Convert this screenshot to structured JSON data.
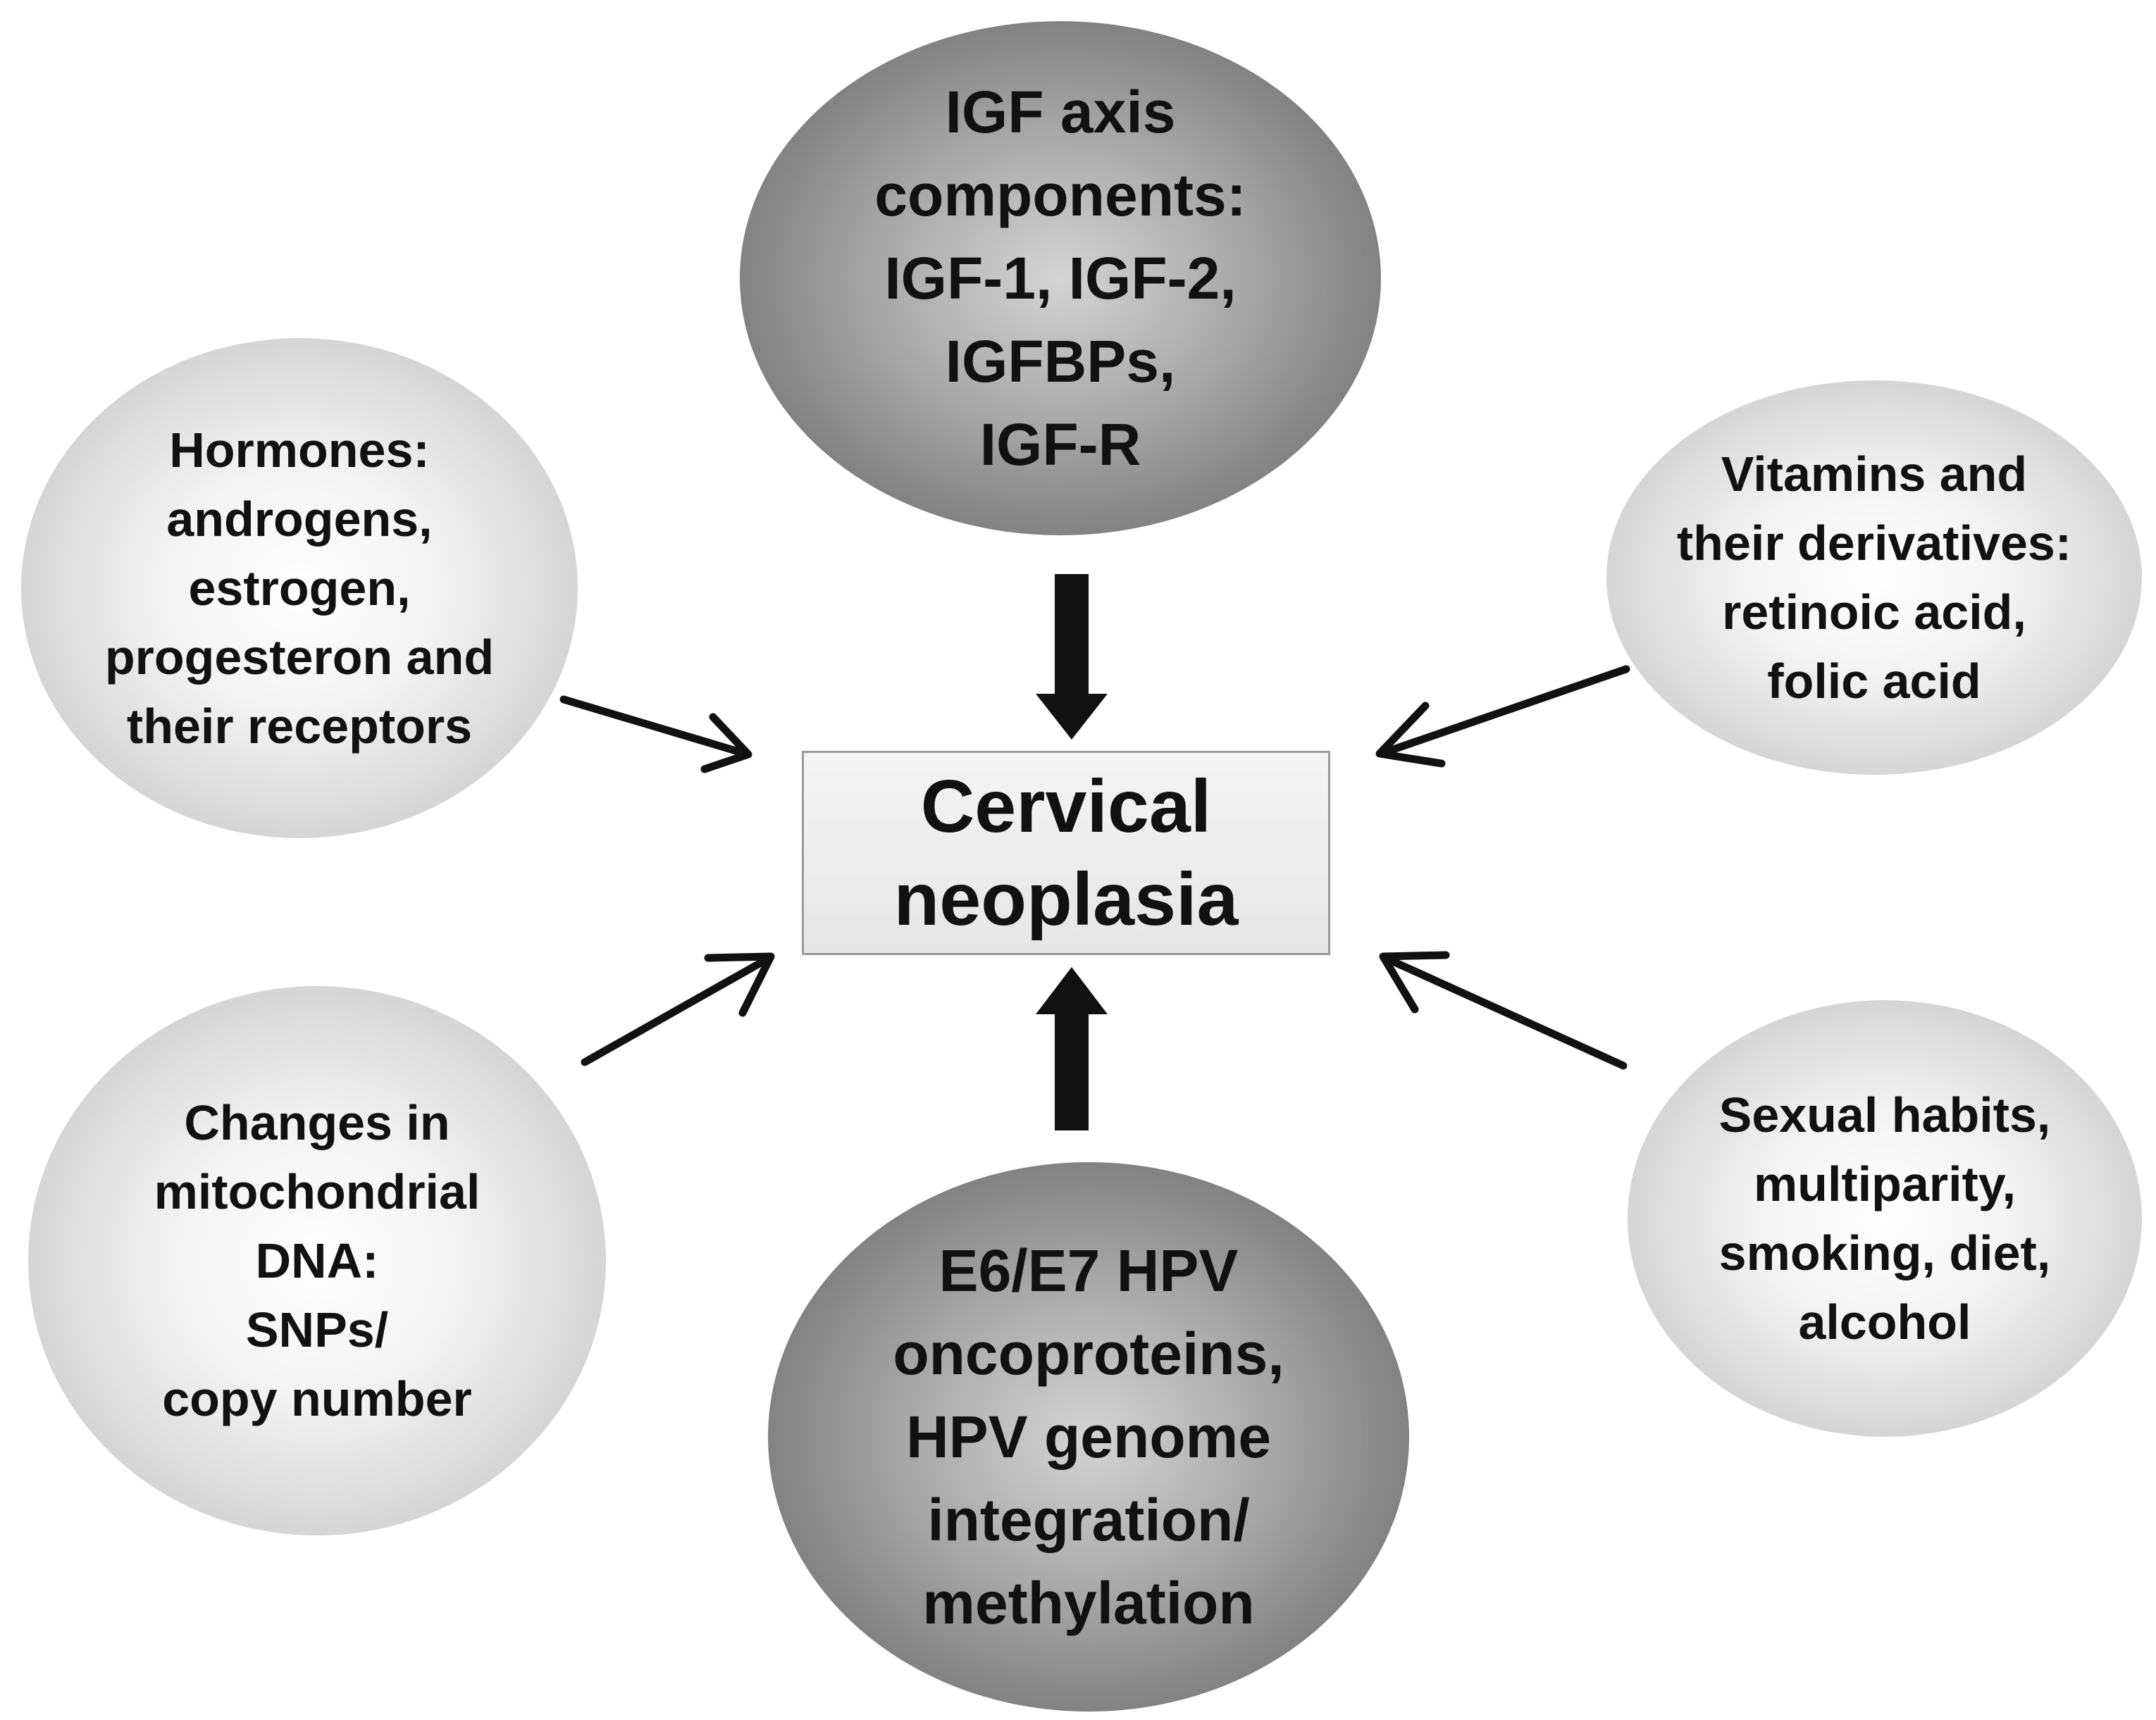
{
  "diagram": {
    "center": {
      "label": "Cervical\nneoplasia"
    },
    "nodes": {
      "igf_axis": {
        "label": "IGF axis\ncomponents:\nIGF-1, IGF-2,\nIGFBPs,\nIGF-R"
      },
      "hormones": {
        "label": "Hormones:\nandrogens,\nestrogen,\nprogesteron and\ntheir receptors"
      },
      "vitamins": {
        "label": "Vitamins and\ntheir derivatives:\nretinoic acid,\nfolic acid"
      },
      "mitochondrial": {
        "label": "Changes in\nmitochondrial\nDNA:\nSNPs/\ncopy number"
      },
      "hpv": {
        "label": "E6/E7 HPV\noncoproteins,\nHPV genome\nintegration/\nmethylation"
      },
      "lifestyle": {
        "label": "Sexual habits,\nmultiparity,\nsmoking, diet,\nalcohol"
      }
    },
    "edges": [
      {
        "from": "igf_axis",
        "to": "center",
        "style": "thick"
      },
      {
        "from": "hpv",
        "to": "center",
        "style": "thick"
      },
      {
        "from": "hormones",
        "to": "center",
        "style": "thin"
      },
      {
        "from": "vitamins",
        "to": "center",
        "style": "thin"
      },
      {
        "from": "mitochondrial",
        "to": "center",
        "style": "thin"
      },
      {
        "from": "lifestyle",
        "to": "center",
        "style": "thin"
      }
    ],
    "colors": {
      "node_dark": "#7d7d7d",
      "node_light": "#e0e0e0",
      "arrow": "#111111",
      "center_border": "#9a9a9a"
    }
  }
}
